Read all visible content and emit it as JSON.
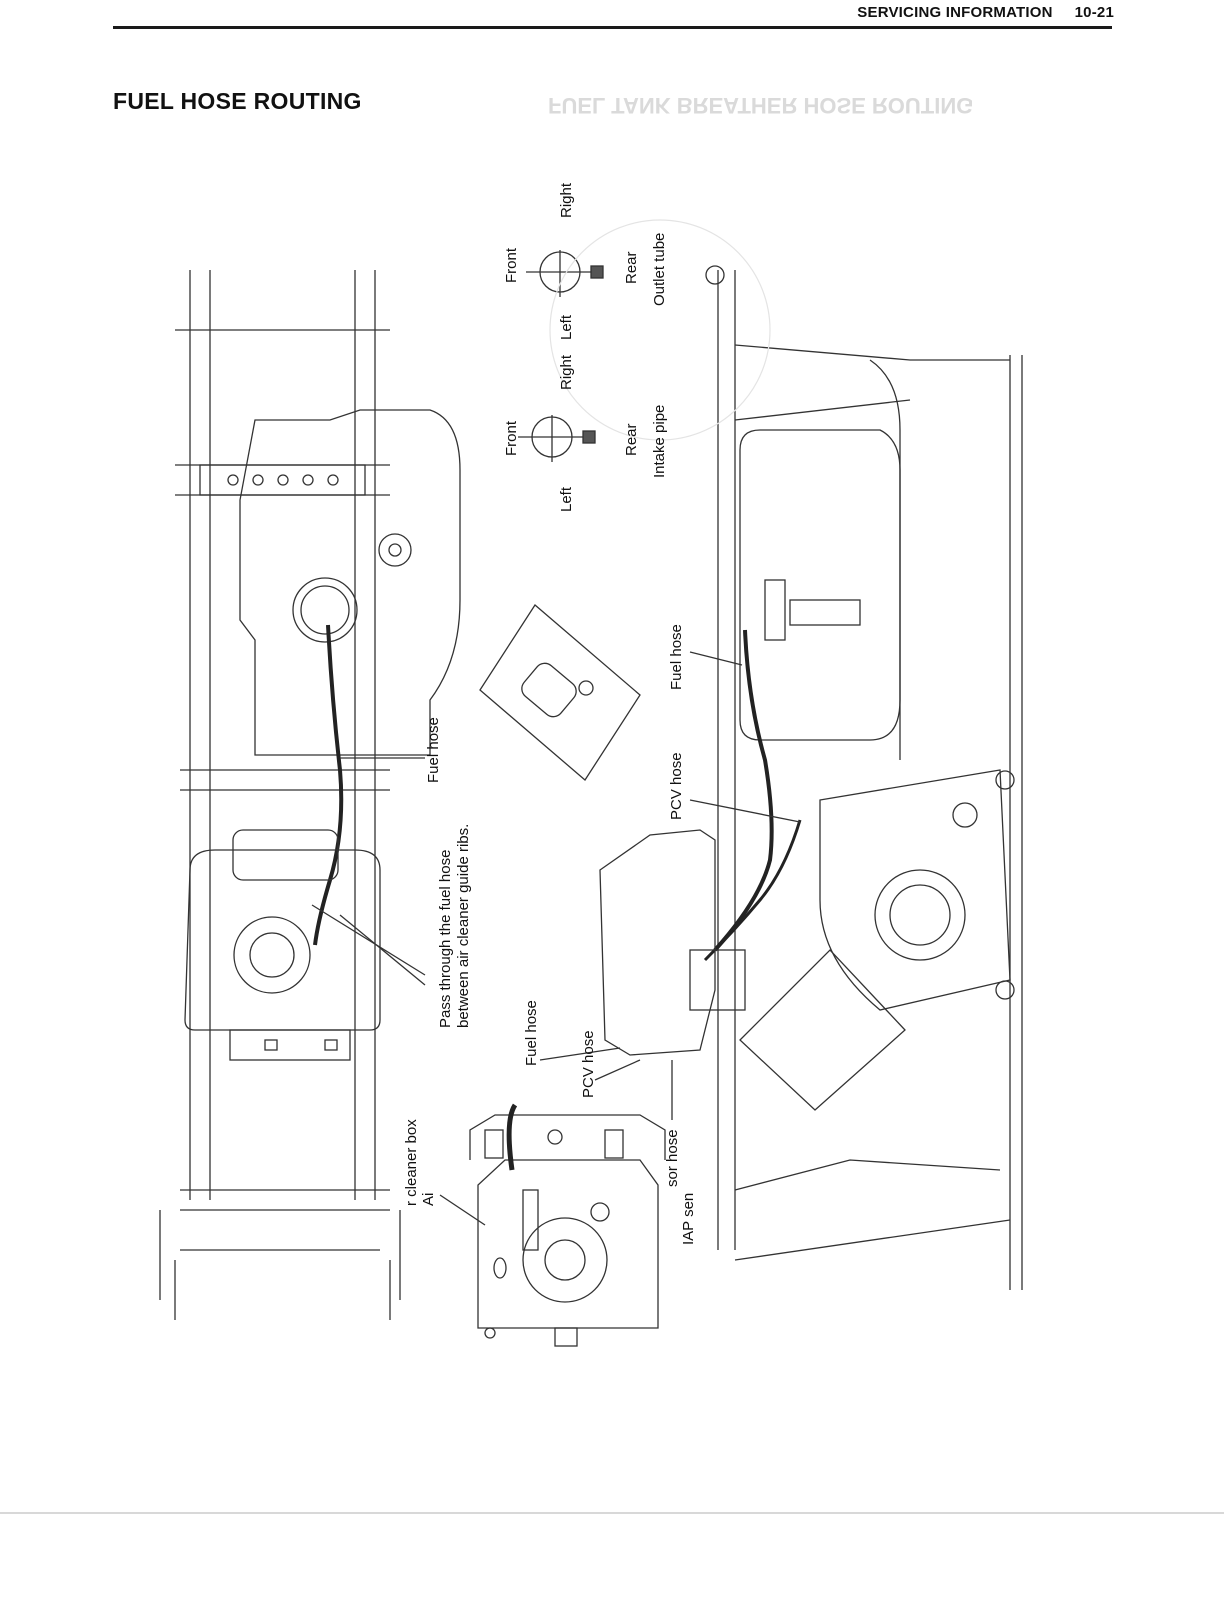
{
  "header": {
    "section": "SERVICING INFORMATION",
    "page": "10-21"
  },
  "title": "FUEL HOSE ROUTING",
  "ghost_title": "FUEL TANK BREATHER HOSE ROUTING",
  "clamp_diagrams": {
    "intake": {
      "front": "Front",
      "left": "Left",
      "right": "Right",
      "rear": "Rear",
      "name": "Intake pipe"
    },
    "outlet": {
      "front": "Front",
      "left": "Left",
      "right": "Right",
      "rear": "Rear",
      "name": "Outlet tube"
    }
  },
  "labels": {
    "fuel_hose_top": "Fuel hose",
    "fuel_hose_right": "Fuel hose",
    "pcv_hose_right": "PCV hose",
    "pass_through_1": "Pass through the fuel hose",
    "pass_through_2": "between air cleaner guide ribs.",
    "fuel_hose_inset": "Fuel hose",
    "pcv_hose_inset": "PCV hose",
    "sensor_hose": "sor hose",
    "iap_sensor": "IAP sen",
    "air_cleaner_box_1": "r cleaner box",
    "air_cleaner_box_2": "Ai"
  }
}
